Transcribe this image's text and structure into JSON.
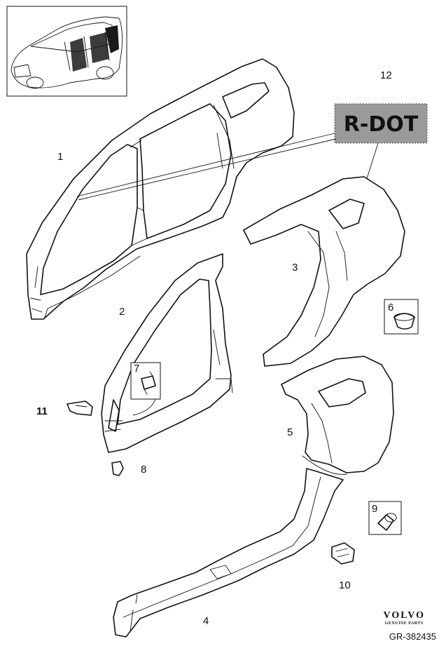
{
  "callouts": {
    "c1": "1",
    "c2": "2",
    "c3": "3",
    "c4": "4",
    "c5": "5",
    "c6": "6",
    "c7": "7",
    "c8": "8",
    "c9": "9",
    "c10": "10",
    "c11": "11",
    "c12": "12"
  },
  "label_stamp": "R-DOT",
  "brand": {
    "name": "VOLVO",
    "tagline": "GENUINE PARTS"
  },
  "reference": "GR-382435",
  "colors": {
    "line": "#111111",
    "background": "#ffffff",
    "stamp": "#777777"
  }
}
